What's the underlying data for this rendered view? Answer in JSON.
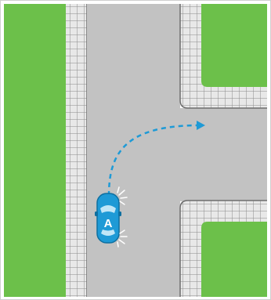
{
  "colors": {
    "grass": "#6cc04a",
    "road": "#c2c2c2",
    "sidewalk_tile": "#e8e8e8",
    "sidewalk_grout": "#8a8a8a",
    "curb": "#6e6e6e",
    "car_body": "#1e9ad6",
    "car_glass": "#bfe6f7",
    "path_arrow": "#1e9ad6"
  },
  "car": {
    "label": "A",
    "signal": "right-turn-indicator"
  },
  "path": {
    "style": "dashed",
    "direction": "right-turn"
  }
}
